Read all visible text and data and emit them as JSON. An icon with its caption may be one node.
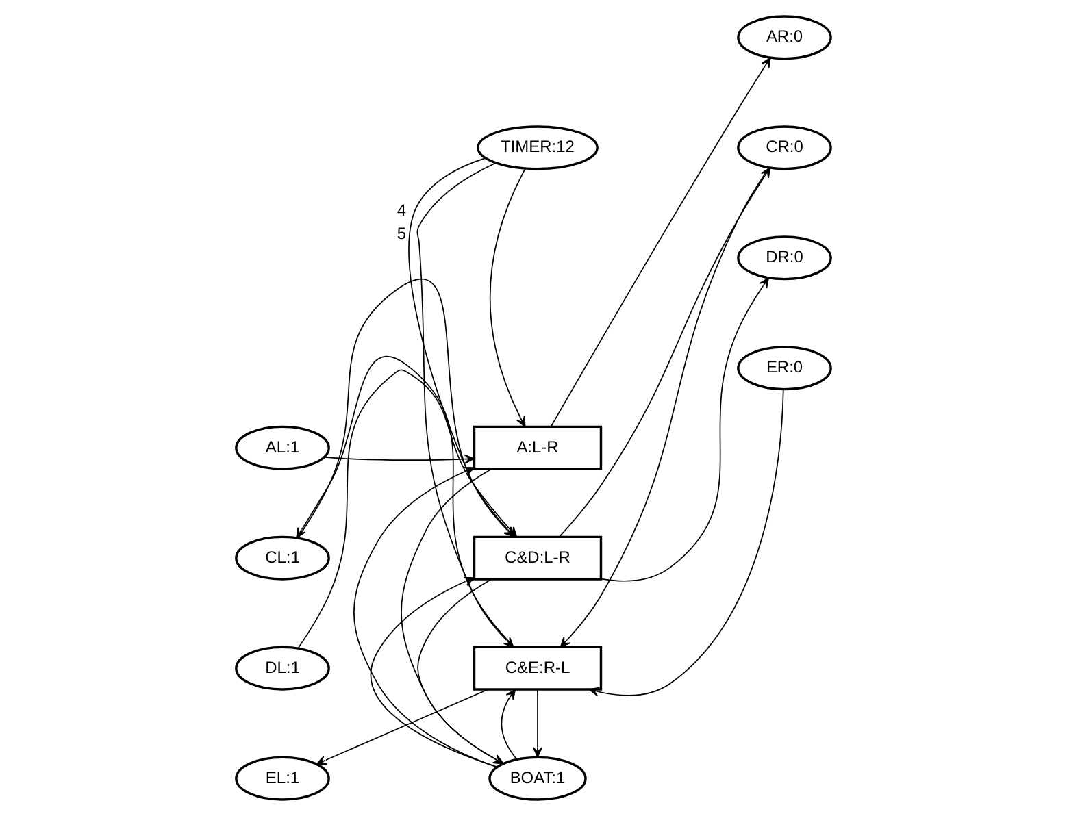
{
  "diagram": {
    "nodes": [
      {
        "text": [
          "TIMER:12"
        ]
      },
      {
        "text": [
          "AL:1"
        ]
      },
      {
        "text": [
          "A:L-R"
        ]
      },
      {
        "text": [
          "AR:0"
        ]
      },
      {
        "text": [
          "CL:1"
        ]
      },
      {
        "text": [
          "CR:0"
        ]
      },
      {
        "text": [
          "DL:1"
        ]
      },
      {
        "text": [
          "C&D:L-R"
        ]
      },
      {
        "text": [
          "DR:0"
        ]
      },
      {
        "text": [
          "EL:1"
        ]
      },
      {
        "text": [
          "C&E:R-L"
        ]
      },
      {
        "text": [
          "ER:0"
        ]
      },
      {
        "text": [
          "BOAT:1"
        ]
      }
    ],
    "edges": [
      {
        "from": 1,
        "to": 2,
        "arrow": "to"
      },
      {
        "from": 2,
        "to": 3,
        "arrow": "to"
      },
      {
        "from": 0,
        "to": 2,
        "arrow": "to"
      },
      {
        "from": 0,
        "to": 7,
        "arrow": "to",
        "label": "4"
      },
      {
        "from": 0,
        "to": 10,
        "arrow": "to",
        "label": "5"
      },
      {
        "from": 2,
        "to": 12,
        "arrow": "to"
      },
      {
        "from": 12,
        "to": 2,
        "arrow": "to"
      },
      {
        "from": 4,
        "to": 7,
        "arrow": "to"
      },
      {
        "from": 6,
        "to": 7,
        "arrow": "to"
      },
      {
        "from": 7,
        "to": 5,
        "arrow": "to"
      },
      {
        "from": 7,
        "to": 8,
        "arrow": "to"
      },
      {
        "from": 7,
        "to": 12,
        "arrow": "to"
      },
      {
        "from": 12,
        "to": 7,
        "arrow": "to"
      },
      {
        "from": 5,
        "to": 10,
        "arrow": "to"
      },
      {
        "from": 11,
        "to": 10,
        "arrow": "to"
      },
      {
        "from": 10,
        "to": 4,
        "arrow": "to"
      },
      {
        "from": 10,
        "to": 9,
        "arrow": "to"
      },
      {
        "from": 10,
        "to": 12,
        "arrow": "to"
      },
      {
        "from": 12,
        "to": 10,
        "arrow": "to"
      }
    ]
  }
}
